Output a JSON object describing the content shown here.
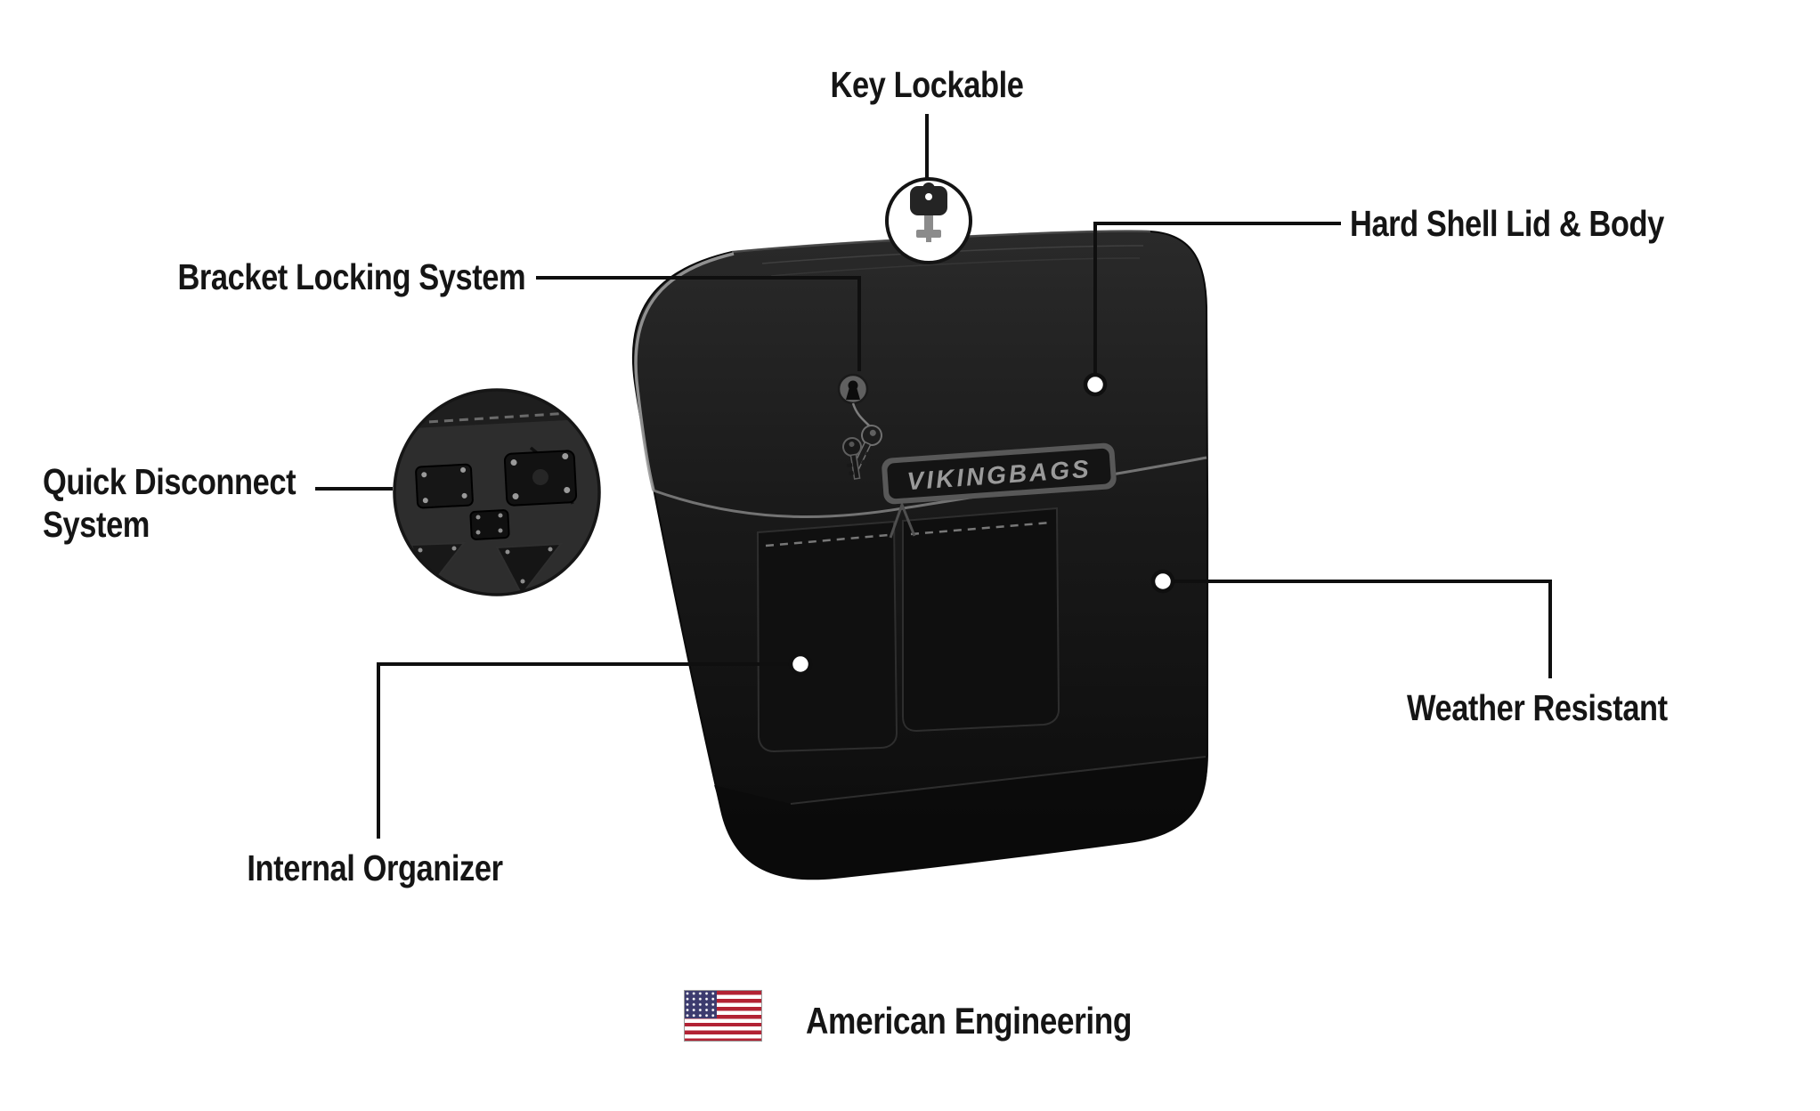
{
  "colors": {
    "background": "#ffffff",
    "label_text": "#151515",
    "leader_line": "#0f0f0f",
    "bag_body": "#191919",
    "brand_plate_text": "#9a9a9a",
    "flag_red": "#b22234",
    "flag_blue": "#3c3b6e"
  },
  "callouts": {
    "key_lockable": {
      "label": "Key Lockable",
      "icon": "key-icon"
    },
    "hard_shell": {
      "label": "Hard Shell Lid & Body",
      "icon": "point-marker"
    },
    "bracket_locking": {
      "label": "Bracket Locking System",
      "icon": "keyhole-icon"
    },
    "quick_disconnect": {
      "label_line1": "Quick Disconnect",
      "label_line2": "System",
      "icon": "mounting-bracket-inset"
    },
    "weather_resistant": {
      "label": "Weather Resistant",
      "icon": "point-marker"
    },
    "internal_organizer": {
      "label": "Internal Organizer",
      "icon": "point-marker"
    }
  },
  "product": {
    "brand_plate": "VIKINGBAGS"
  },
  "footer": {
    "label": "American Engineering",
    "icon": "us-flag-icon"
  }
}
